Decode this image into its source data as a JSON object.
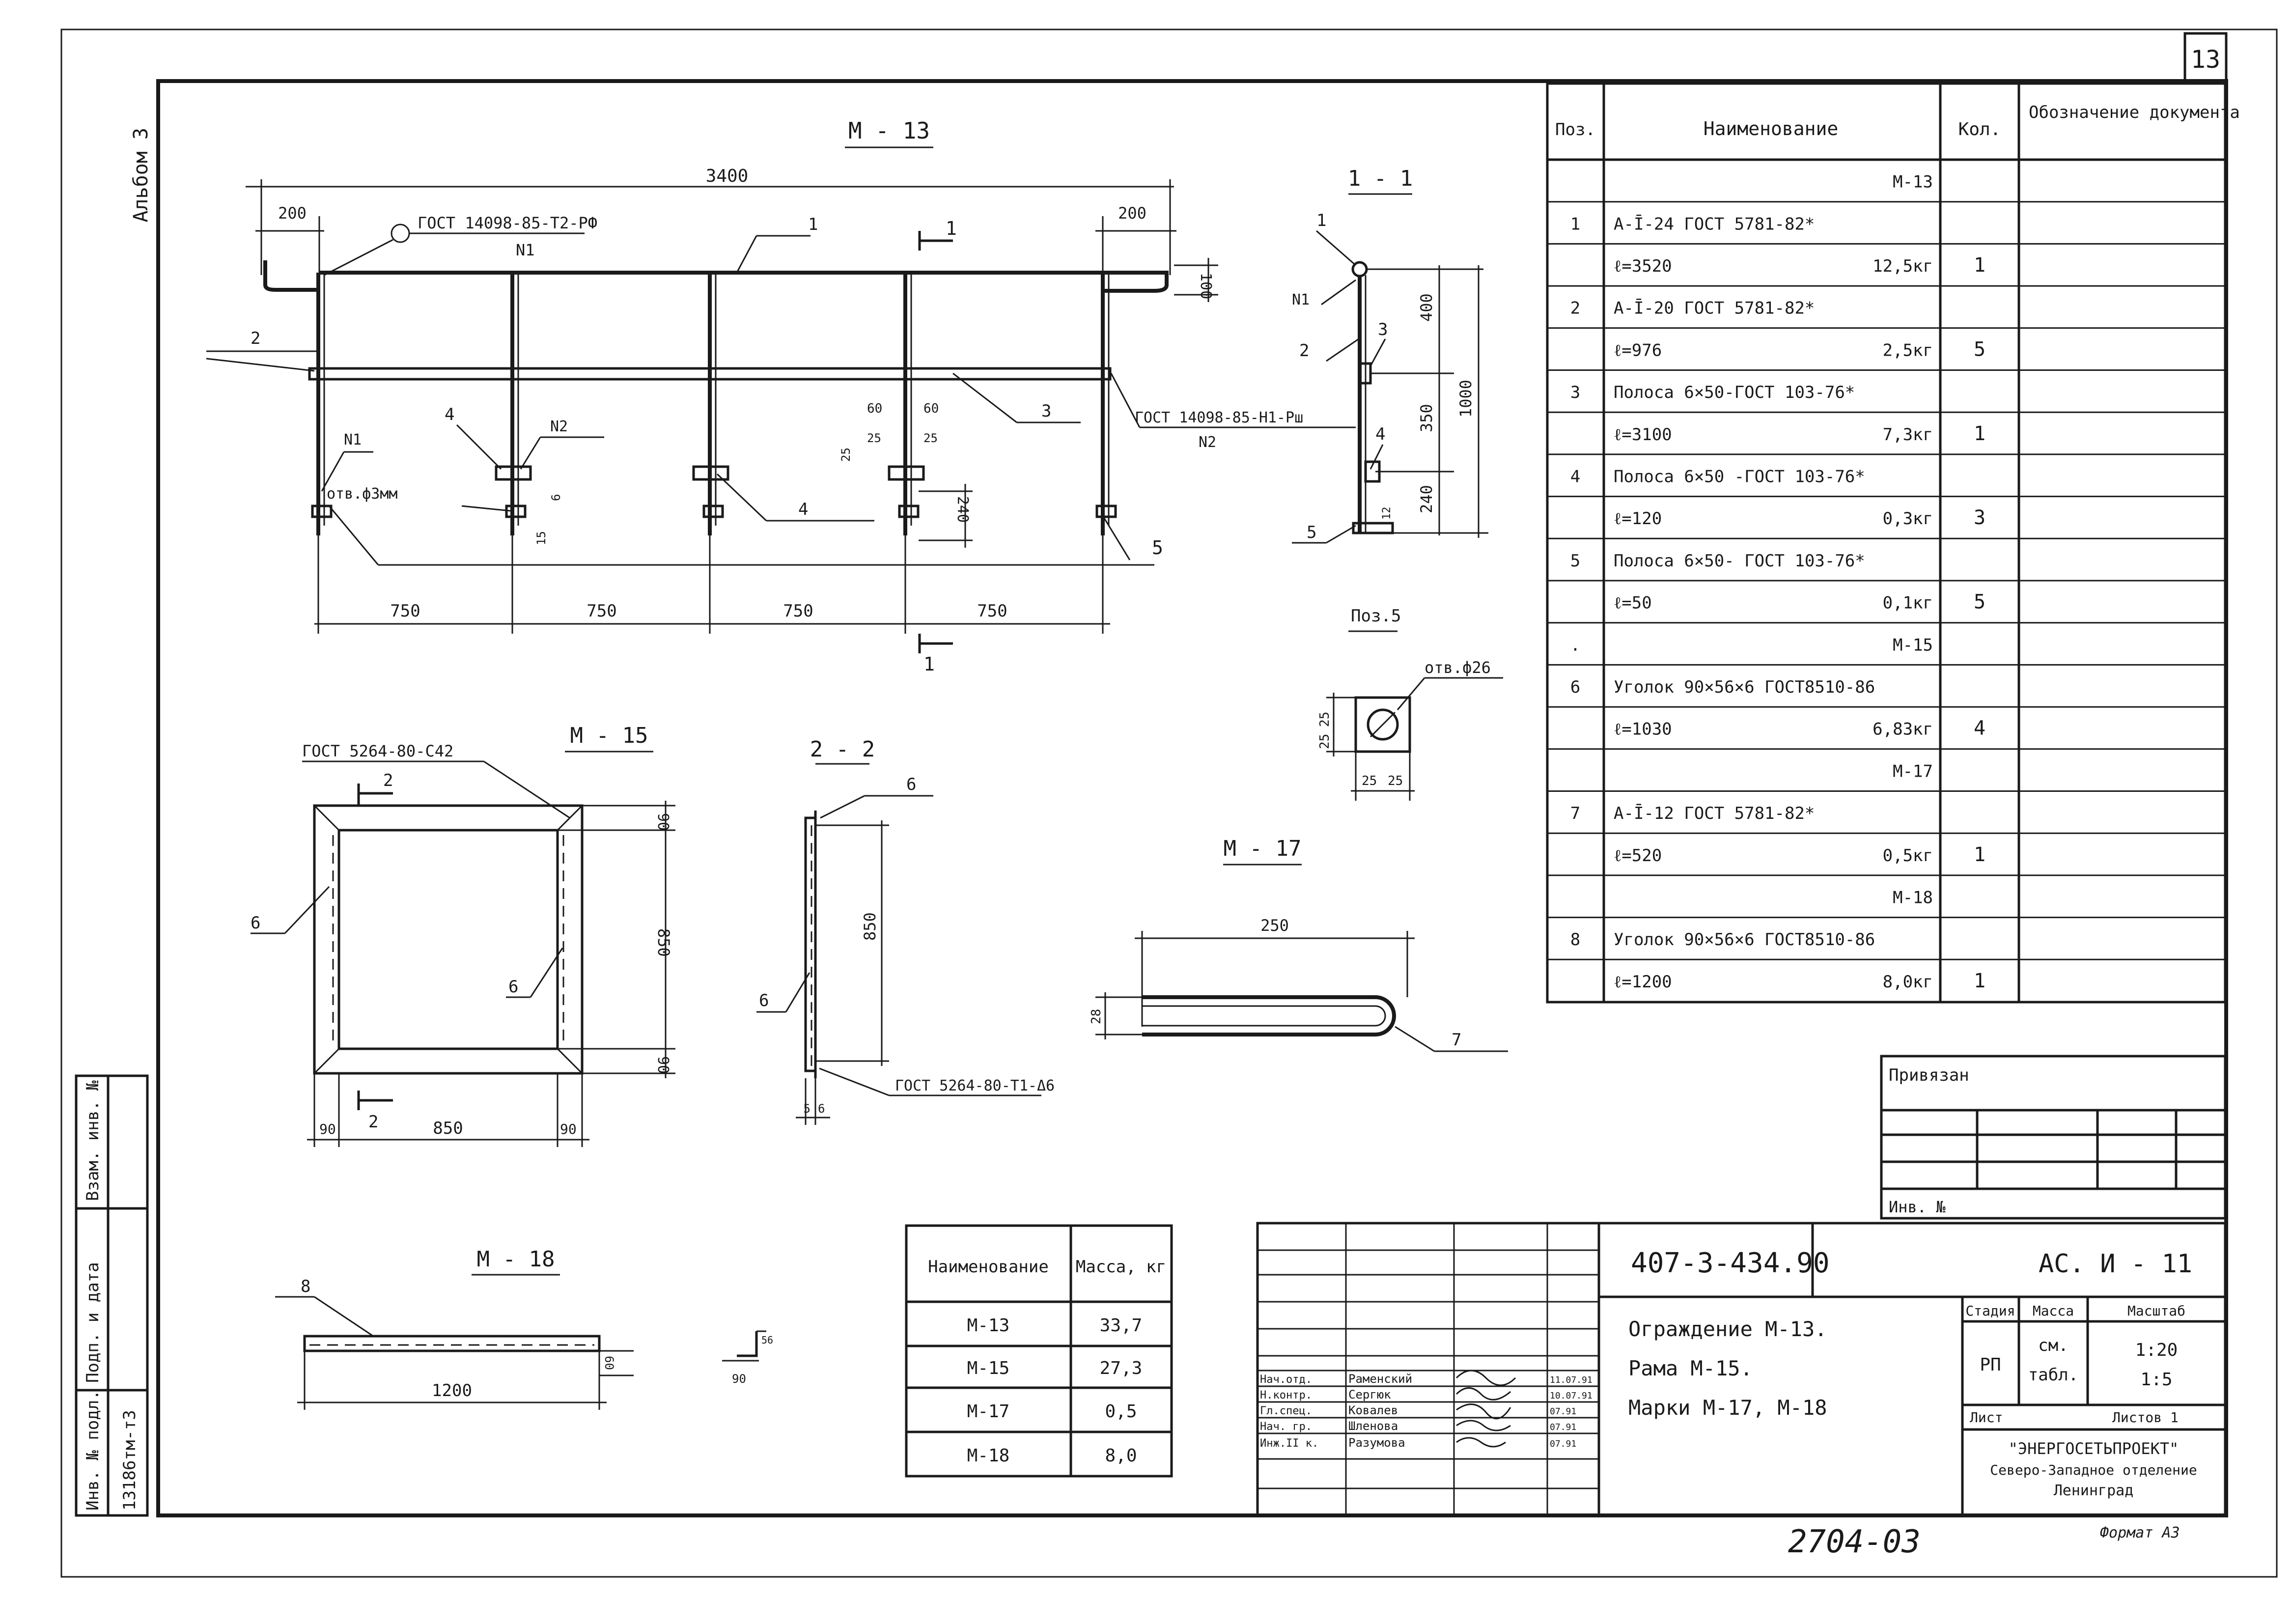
{
  "sheet": {
    "number": "13",
    "album": "Альбом 3",
    "format": "Формат А3",
    "archive_number": "2704-03"
  },
  "side_stamp": {
    "inv_no_orig": "Инв. № подл.",
    "sign_date": "Подп. и дата",
    "replaced_inv": "Взам. инв. №",
    "inv_value": "13186тм-т3"
  },
  "views": {
    "m13": {
      "title": "М - 13",
      "overall": "3400",
      "left_ext": "200",
      "right_ext": "200",
      "drop": "100",
      "spans": [
        "750",
        "750",
        "750",
        "750"
      ],
      "weld_top": "ГОСТ 14098-85-Т2-РФ",
      "weld_top_num": "N1",
      "weld_mid": "ГОСТ 14098-85-Н1-Рш",
      "weld_mid_num": "N2",
      "weld_n1": "N1",
      "weld_n2": "N2",
      "hole": "отв.ф3мм",
      "d60a": "60",
      "d60b": "60",
      "d25a": "25",
      "d25b": "25",
      "d25c": "25",
      "d240": "240",
      "d6": "6",
      "d15": "15",
      "pos": [
        "1",
        "2",
        "3",
        "4",
        "4",
        "5"
      ],
      "section_mark": "1"
    },
    "s11": {
      "title": "1 - 1",
      "h400": "400",
      "h350": "350",
      "h240": "240",
      "h1000": "1000",
      "h12": "12",
      "pos": [
        "1",
        "2",
        "3",
        "4",
        "5"
      ],
      "weld": "N1"
    },
    "pos5": {
      "title": "Поз.5",
      "hole": "отв.ф26",
      "d25": [
        "25",
        "25",
        "25",
        "25"
      ]
    },
    "m15": {
      "title": "М - 15",
      "weld": "ГОСТ 5264-80-С42",
      "section": "2",
      "w850": "850",
      "w90l": "90",
      "w90r": "90",
      "h850": "850",
      "h90t": "90",
      "h90b": "90",
      "pos": [
        "6",
        "6"
      ]
    },
    "s22": {
      "title": "2 - 2",
      "weld": "ГОСТ 5264-80-Т1-Δ6",
      "h850": "850",
      "d5": "5",
      "d6": "6",
      "pos": [
        "6",
        "6"
      ]
    },
    "m17": {
      "title": "М - 17",
      "len": "250",
      "h": "28",
      "pos": "7"
    },
    "m18": {
      "title": "М - 18",
      "len": "1200",
      "h": "60",
      "pos": "8",
      "angle_a": "56",
      "angle_b": "90"
    }
  },
  "spec": {
    "headers": [
      "Поз.",
      "Наименование",
      "Кол.",
      "Обозначение документа"
    ],
    "rows": [
      {
        "pos": "",
        "name": "",
        "mass": "М-13",
        "qty": "",
        "doc": ""
      },
      {
        "pos": "1",
        "name": "A-Ī-24  ГОСТ 5781-82*",
        "mass": "",
        "qty": "",
        "doc": ""
      },
      {
        "pos": "",
        "name": "ℓ=3520",
        "mass": "12,5кг",
        "qty": "1",
        "doc": ""
      },
      {
        "pos": "2",
        "name": "A-Ī-20  ГОСТ 5781-82*",
        "mass": "",
        "qty": "",
        "doc": ""
      },
      {
        "pos": "",
        "name": "ℓ=976",
        "mass": "2,5кг",
        "qty": "5",
        "doc": ""
      },
      {
        "pos": "3",
        "name": "Полоса 6×50-ГОСТ 103-76*",
        "mass": "",
        "qty": "",
        "doc": ""
      },
      {
        "pos": "",
        "name": "ℓ=3100",
        "mass": "7,3кг",
        "qty": "1",
        "doc": ""
      },
      {
        "pos": "4",
        "name": "Полоса 6×50 -ГОСТ 103-76*",
        "mass": "",
        "qty": "",
        "doc": ""
      },
      {
        "pos": "",
        "name": "ℓ=120",
        "mass": "0,3кг",
        "qty": "3",
        "doc": ""
      },
      {
        "pos": "5",
        "name": "Полоса 6×50- ГОСТ 103-76*",
        "mass": "",
        "qty": "",
        "doc": ""
      },
      {
        "pos": "",
        "name": "ℓ=50",
        "mass": "0,1кг",
        "qty": "5",
        "doc": ""
      },
      {
        "pos": ".",
        "name": "",
        "mass": "М-15",
        "qty": "",
        "doc": ""
      },
      {
        "pos": "6",
        "name": "Уголок 90×56×6 ГОСТ8510-86",
        "mass": "",
        "qty": "",
        "doc": ""
      },
      {
        "pos": "",
        "name": "ℓ=1030",
        "mass": "6,83кг",
        "qty": "4",
        "doc": ""
      },
      {
        "pos": "",
        "name": "",
        "mass": "М-17",
        "qty": "",
        "doc": ""
      },
      {
        "pos": "7",
        "name": "A-Ī-12  ГОСТ 5781-82*",
        "mass": "",
        "qty": "",
        "doc": ""
      },
      {
        "pos": "",
        "name": "ℓ=520",
        "mass": "0,5кг",
        "qty": "1",
        "doc": ""
      },
      {
        "pos": "",
        "name": "",
        "mass": "М-18",
        "qty": "",
        "doc": ""
      },
      {
        "pos": "8",
        "name": "Уголок 90×56×6 ГОСТ8510-86",
        "mass": "",
        "qty": "",
        "doc": ""
      },
      {
        "pos": "",
        "name": "ℓ=1200",
        "mass": "8,0кг",
        "qty": "1",
        "doc": ""
      }
    ]
  },
  "mass_table": {
    "headers": [
      "Наименование",
      "Масса, кг"
    ],
    "rows": [
      {
        "name": "М-13",
        "mass": "33,7"
      },
      {
        "name": "М-15",
        "mass": "27,3"
      },
      {
        "name": "М-17",
        "mass": "0,5"
      },
      {
        "name": "М-18",
        "mass": "8,0"
      }
    ]
  },
  "attached": {
    "title": "Привязан",
    "inv": "Инв. №"
  },
  "title_block": {
    "code": "407-3-434.90",
    "sheet_code": "АС. И - 11",
    "desc": [
      "Ограждение  М-13.",
      "Рама  М-15.",
      "Марки М-17, М-18"
    ],
    "stage_h": "Стадия",
    "mass_h": "Масса",
    "scale_h": "Масштаб",
    "stage": "РП",
    "mass_1": "см.",
    "mass_2": "табл.",
    "scale_1": "1:20",
    "scale_2": "1:5",
    "list_h": "Лист",
    "lists_h": "Листов 1",
    "org": [
      "\"ЭНЕРГОСЕТЬПРОЕКТ\"",
      "Северо-Западное отделение",
      "Ленинград"
    ],
    "people": [
      {
        "role": "Нач.отд.",
        "name": "Раменский"
      },
      {
        "role": "Н.контр.",
        "name": "Сергюк"
      },
      {
        "role": "Гл.спец.",
        "name": "Ковалев"
      },
      {
        "role": "Нач. гр.",
        "name": "Шленова"
      },
      {
        "role": "Инж.II к.",
        "name": "Разумова"
      }
    ],
    "dates": [
      "11.07.91",
      "10.07.91",
      "07.91",
      "07.91",
      "07.91"
    ]
  }
}
